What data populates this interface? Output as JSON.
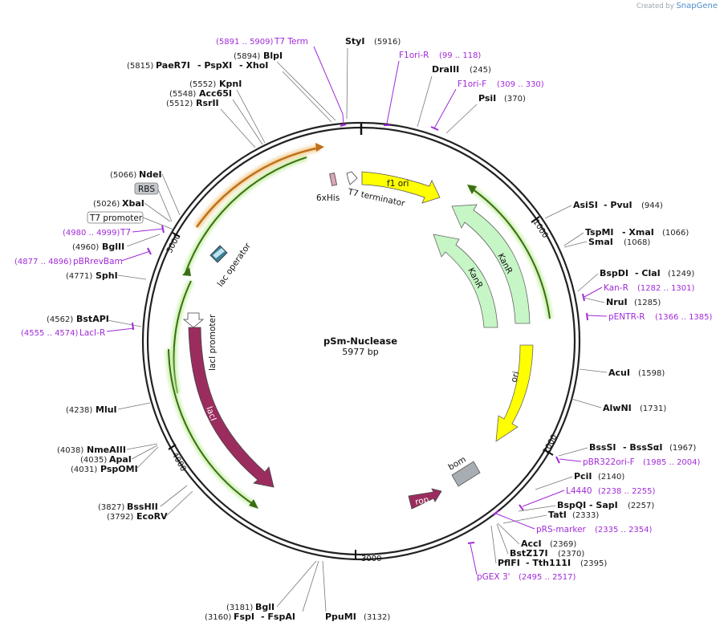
{
  "credit": {
    "prefix": "Created by",
    "brand": "SnapGene"
  },
  "plasmid": {
    "name": "pSm-Nuclease",
    "length_label": "5977 bp"
  },
  "ticks": [
    "1000",
    "2000",
    "3000",
    "4000",
    "5000"
  ],
  "features": {
    "f1_ori": "f1 ori",
    "kanr1": "KanR",
    "kanr2": "KanR",
    "ori": "ori",
    "bom": "bom",
    "rop": "rop",
    "laci": "lacI",
    "laci_promoter": "lacI promoter",
    "lac_operator": "lac operator",
    "his": "6xHis",
    "t7_terminator": "T7 terminator",
    "rbs": "RBS",
    "t7_promoter": "T7 promoter"
  },
  "sites": {
    "styi": {
      "name": "StyI",
      "pos": "(5916)"
    },
    "blpi": {
      "name": "BlpI",
      "pos": "(5894)"
    },
    "pae": {
      "name": "PaeR7I",
      "pos": "(5815)"
    },
    "pspxi": {
      "name": "- PspXI"
    },
    "xhoi": {
      "name": "- XhoI"
    },
    "kpni": {
      "name": "KpnI",
      "pos": "(5552)"
    },
    "acc65i": {
      "name": "Acc65I",
      "pos": "(5548)"
    },
    "rsrii": {
      "name": "RsrII",
      "pos": "(5512)"
    },
    "draiii": {
      "name": "DraIII",
      "pos": "(245)"
    },
    "psii": {
      "name": "PsiI",
      "pos": "(370)"
    },
    "asisi": {
      "name": "AsiSI",
      "pos": "(944)"
    },
    "pvui": {
      "name": "- PvuI"
    },
    "tspmi": {
      "name": "TspMI",
      "pos": "(1066)"
    },
    "xmai": {
      "name": "- XmaI"
    },
    "smai": {
      "name": "SmaI",
      "pos": "(1068)"
    },
    "bspdi": {
      "name": "BspDI",
      "pos": "(1249)"
    },
    "clai": {
      "name": "- ClaI"
    },
    "krui": {
      "name": "NruI",
      "pos": "(1285)"
    },
    "acui": {
      "name": "AcuI",
      "pos": "(1598)"
    },
    "alwni": {
      "name": "AlwNI",
      "pos": "(1731)"
    },
    "bsssi": {
      "name": "BssSI",
      "pos": "(1967)"
    },
    "bssa": {
      "name": "- BssSαI"
    },
    "pcii": {
      "name": "PciI",
      "pos": "(2140)"
    },
    "bspqi": {
      "name": "BspQI",
      "pos": "(2257)"
    },
    "sapi": {
      "name": "- SapI"
    },
    "tati": {
      "name": "TatI",
      "pos": "(2333)"
    },
    "acci": {
      "name": "AccI",
      "pos": "(2369)"
    },
    "bstz": {
      "name": "BstZ17I",
      "pos": "(2370)"
    },
    "pflfi": {
      "name": "PflFI",
      "pos": "(2395)"
    },
    "tth": {
      "name": "- Tth111I"
    },
    "ppumi": {
      "name": "PpuMI",
      "pos": "(3132)"
    },
    "bgli": {
      "name": "BglI",
      "pos": "(3181)"
    },
    "fspi": {
      "name": "FspI",
      "pos": "(3160)"
    },
    "fspai": {
      "name": "- FspAI"
    },
    "bsshii": {
      "name": "BssHII",
      "pos": "(3827)"
    },
    "ecorv": {
      "name": "EcoRV",
      "pos": "(3792)"
    },
    "nmeaiii": {
      "name": "NmeAIII",
      "pos": "(4038)"
    },
    "apai": {
      "name": "ApaI",
      "pos": "(4035)"
    },
    "pspomi": {
      "name": "PspOMI",
      "pos": "(4031)"
    },
    "mlui": {
      "name": "MluI",
      "pos": "(4238)"
    },
    "bstapi": {
      "name": "BstAPI",
      "pos": "(4562)"
    },
    "sphi": {
      "name": "SphI",
      "pos": "(4771)"
    },
    "bglii": {
      "name": "BglII",
      "pos": "(4960)"
    },
    "xbai": {
      "name": "XbaI",
      "pos": "(5026)"
    },
    "ndei": {
      "name": "NdeI",
      "pos": "(5066)"
    }
  },
  "primers": {
    "t7term": {
      "name": "T7 Term",
      "range": "(5891 .. 5909)"
    },
    "f1orir": {
      "name": "F1ori-R",
      "range": "(99 .. 118)"
    },
    "f1orif": {
      "name": "F1ori-F",
      "range": "(309 .. 330)"
    },
    "kanr": {
      "name": "Kan-R",
      "range": "(1282 .. 1301)"
    },
    "pentr": {
      "name": "pENTR-R",
      "range": "(1366 .. 1385)"
    },
    "pbr322": {
      "name": "pBR322ori-F",
      "range": "(1985 .. 2004)"
    },
    "l4440": {
      "name": "L4440",
      "range": "(2238 .. 2255)"
    },
    "prs": {
      "name": "pRS-marker",
      "range": "(2335 .. 2354)"
    },
    "pgex": {
      "name": "pGEX 3'",
      "range": "(2495 .. 2517)"
    },
    "t7": {
      "name": "T7",
      "range": "(4980 .. 4999)"
    },
    "pbrrev": {
      "name": "pBRrevBam",
      "range": "(4877 .. 4896)"
    },
    "laci_r": {
      "name": "LacI-R",
      "range": "(4555 .. 4574)"
    }
  },
  "colors": {
    "f1_ori": "#ffff00",
    "kanr": "#c6f5c6",
    "laci": "#9b2d5e",
    "rop": "#9b2d5e",
    "bom": "#a8adb3",
    "orf": "#76b82a",
    "primer": "#a12ad8"
  }
}
